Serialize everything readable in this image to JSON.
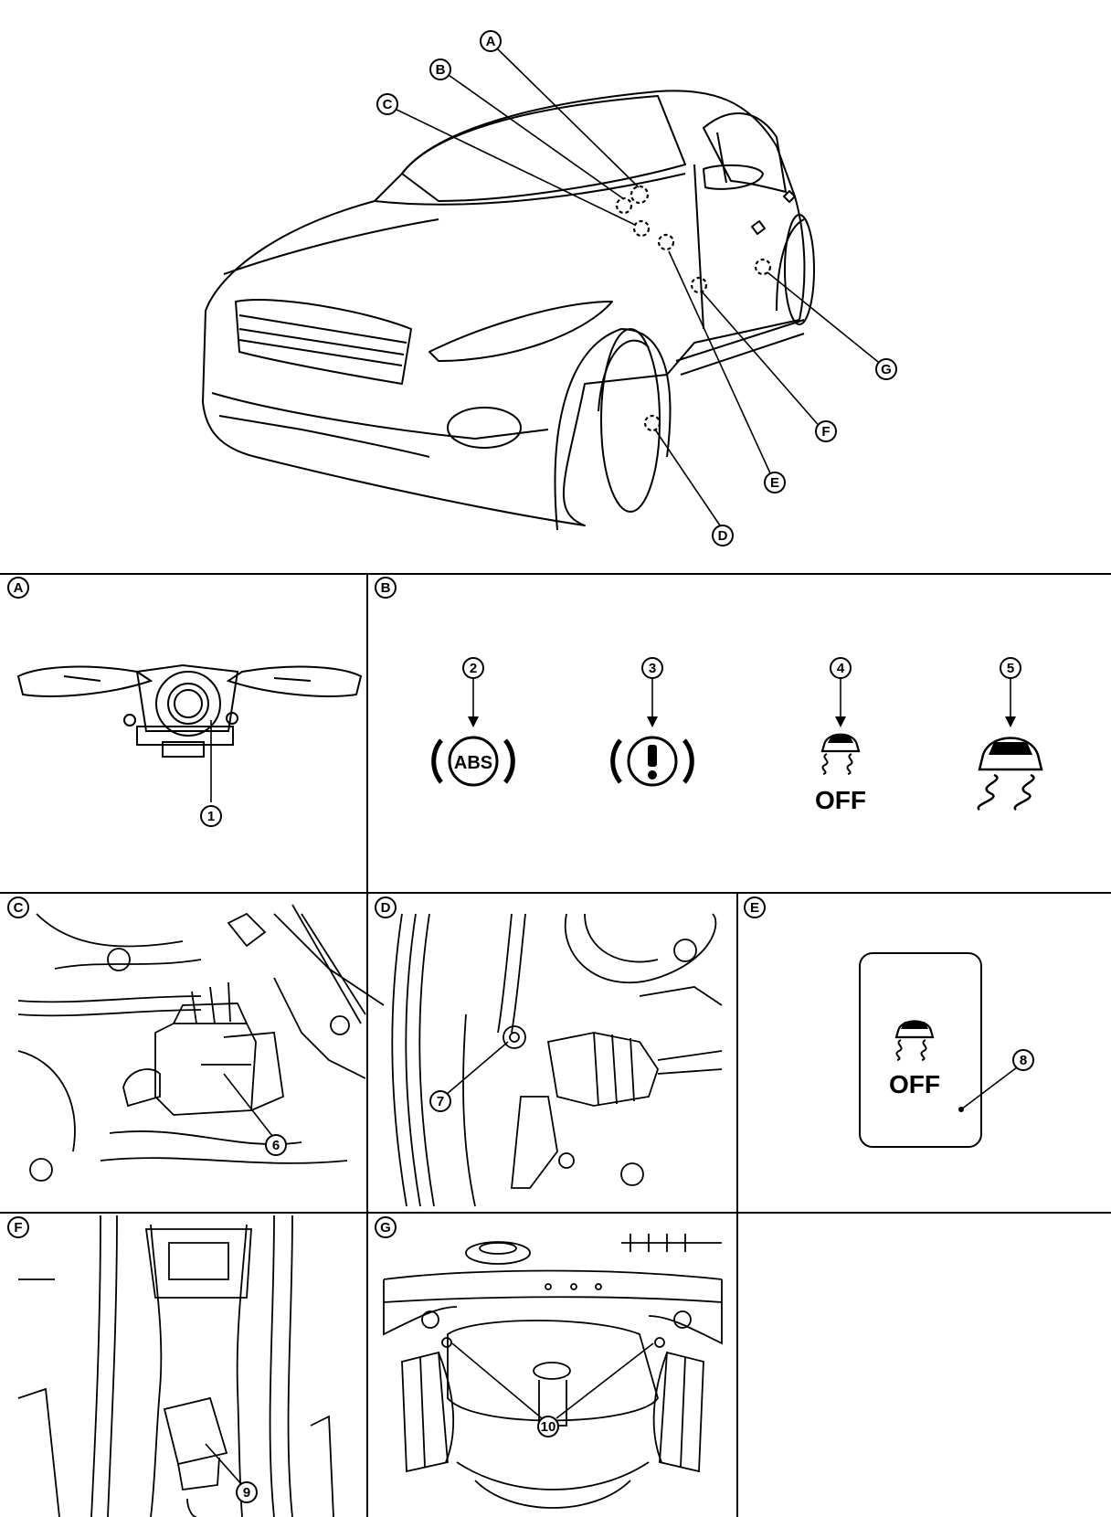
{
  "car_callouts": [
    "A",
    "B",
    "C",
    "D",
    "E",
    "F",
    "G"
  ],
  "panels": {
    "A": {
      "label": "A",
      "parts": [
        "1"
      ]
    },
    "B": {
      "label": "B",
      "parts": [
        "2",
        "3",
        "4",
        "5"
      ],
      "abs_text": "ABS",
      "off_text": "OFF"
    },
    "C": {
      "label": "C",
      "parts": [
        "6"
      ]
    },
    "D": {
      "label": "D",
      "parts": [
        "7"
      ]
    },
    "E": {
      "label": "E",
      "parts": [
        "8"
      ],
      "off_text": "OFF"
    },
    "F": {
      "label": "F",
      "parts": [
        "9"
      ]
    },
    "G": {
      "label": "G",
      "parts": [
        "10"
      ]
    }
  }
}
